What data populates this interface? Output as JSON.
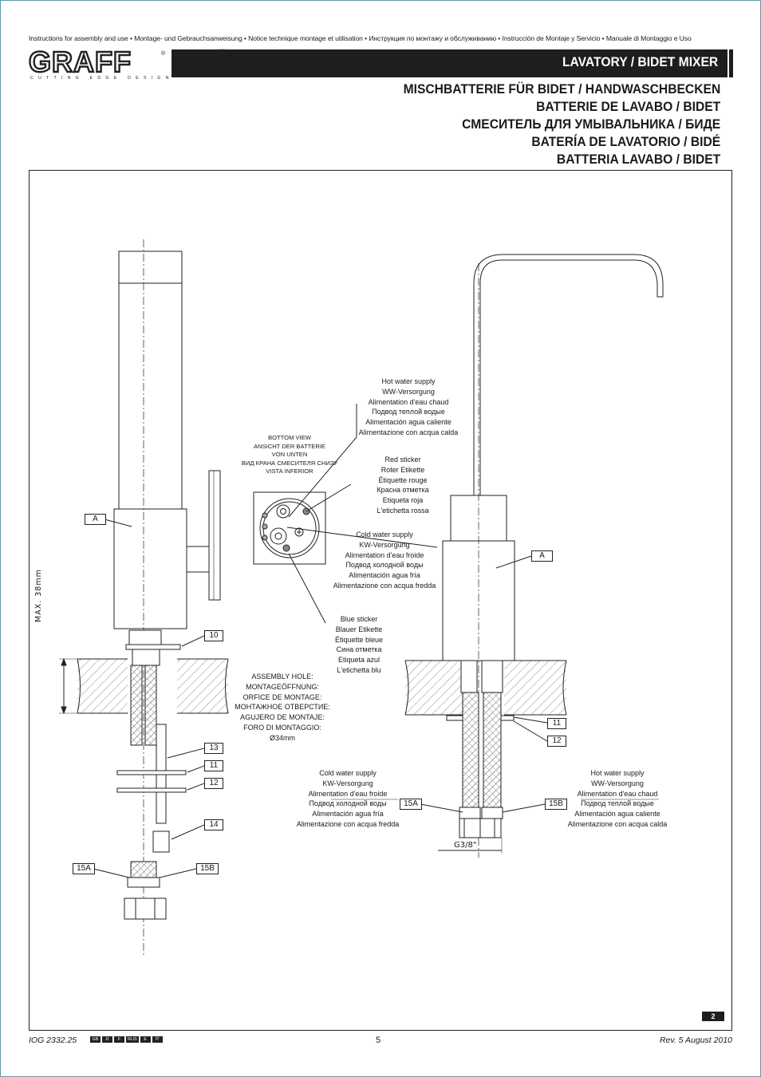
{
  "header": {
    "instructions_line": "Instructions for assembly and use • Montage- und Gebrauchsanweisung • Notice technique montage et utilisation • Инструкция по монтажу и обслуживанию • Instrucción de Montaje y Servicio • Manuale di Montaggio e Uso",
    "brand": "GRAFF",
    "registered": "®",
    "tagline": "CUTTING EDGE DESIGN",
    "title_en": "LAVATORY / BIDET MIXER",
    "titles": [
      "MISCHBATTERIE FÜR BIDET / HANDWASCHBECKEN",
      "BATTERIE DE LAVABO / BIDET",
      "СМЕСИТЕЛЬ ДЛЯ УМЫВАЛЬНИКА / БИДЕ",
      "BATERÍA DE LAVATORIO / BIDÉ",
      "BATTERIA LAVABO / BIDET"
    ]
  },
  "drawing": {
    "bottom_view": [
      "BOTTOM VIEW",
      "ANSICHT DER BATTERIE",
      "VON UNTEN",
      "ВИД КРАНА СМЕСИТЕЛЯ СНИЗУ",
      "VISTA INFERIOR"
    ],
    "hot_supply_top": [
      "Hot water supply",
      "WW-Versorgung",
      "Alimentation d'eau chaud",
      "Подвод теплой водые",
      "Alimentación agua caliente",
      "Alimentazione con acqua calda"
    ],
    "red_sticker": [
      "Red sticker",
      "Roter Etikette",
      "Étiquette rouge",
      "Красна отметка",
      "Etiqueta roja",
      "L'etichetta rossa"
    ],
    "cold_supply_mid": [
      "Cold water supply",
      "KW-Versorgung",
      "Alimentation d'eau froide",
      "Подвод холодной воды",
      "Alimentación agua fría",
      "Alimentazione con acqua fredda"
    ],
    "blue_sticker": [
      "Blue sticker",
      "Blauer Etikette",
      "Étiquette bleue",
      "Сина отметка",
      "Etiqueta azul",
      "L'etichetta blu"
    ],
    "assembly_hole": [
      "ASSEMBLY HOLE:",
      "MONTAGEÖFFNUNG:",
      "ORFICE DE MONTAGE:",
      "МОНТАЖНОЕ ОТВЕРСТИЕ:",
      "AGUJERO DE MONTAJE:",
      "FORO DI MONTAGGIO:",
      "Ø34mm"
    ],
    "cold_supply_low": [
      "Cold water supply",
      "KW-Versorgung",
      "Alimentation d'eau froide",
      "Подвод холодной воды",
      "Alimentación agua fría",
      "Alimentazione con acqua fredda"
    ],
    "hot_supply_low": [
      "Hot water supply",
      "WW-Versorgung",
      "Alimentation d'eau chaud",
      "Подвод теплой водые",
      "Alimentación agua caliente",
      "Alimentazione con acqua calda"
    ],
    "max_dim": "MAX. 38mm",
    "thread": "G3/8\"",
    "tags": {
      "a_left": "A",
      "a_right": "A",
      "p10": "10",
      "p13": "13",
      "p11_left": "11",
      "p12_left": "12",
      "p14": "14",
      "p15a_left": "15A",
      "p15b_left": "15B",
      "p11_right": "11",
      "p12_right": "12",
      "p15a_right": "15A",
      "p15b_right": "15B"
    }
  },
  "footer": {
    "doc_id": "IOG 2332.25",
    "langs": [
      "GB",
      "D",
      "F",
      "RUS",
      "E",
      "IT"
    ],
    "page": "5",
    "section_page": "2",
    "revision": "Rev. 5 August 2010"
  }
}
